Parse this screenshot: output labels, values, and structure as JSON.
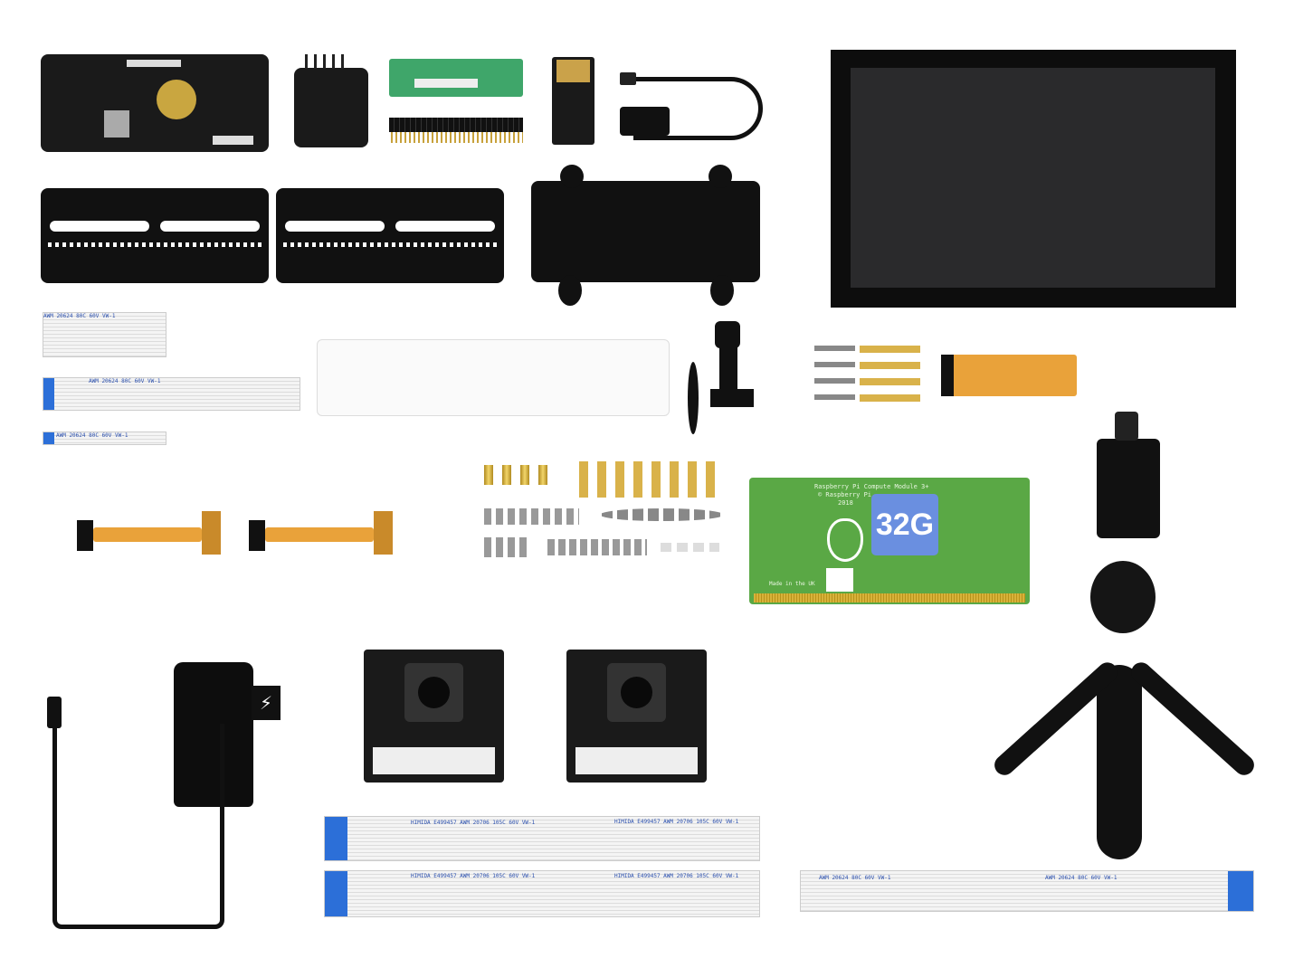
{
  "cm3_board": {
    "title": "Raspberry Pi Compute Module 3+",
    "copyright": "© Raspberry Pi",
    "year": "2018",
    "capacity_badge": "32G",
    "made_in": "Made in the UK"
  },
  "cables": {
    "small_print": "AWM 20624 80C 60V VW-1",
    "camera_print": "HIMIDA E499457 AWM 20706 105C 60V VW-1"
  },
  "colors": {
    "display": "#111111",
    "pcb_green": "#5aa845",
    "badge": "#6a8fe0",
    "fpc": "#e9a23a"
  }
}
